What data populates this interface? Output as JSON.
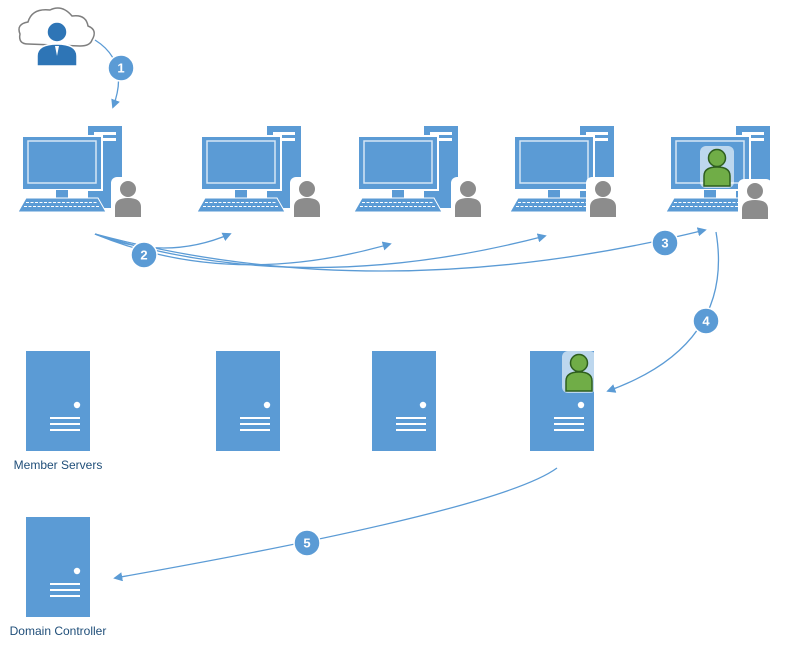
{
  "diagram": {
    "steps": [
      "1",
      "2",
      "3",
      "4",
      "5"
    ],
    "labels": {
      "member_servers": "Member Servers",
      "domain_controller": "Domain Controller"
    },
    "colors": {
      "device_blue": "#5b9bd5",
      "device_dark": "#2e75b6",
      "screen": "#d6e6f5",
      "arrow": "#5b9bd5",
      "step_badge": "#5b9bd5",
      "user_gray": "#8c8c8c",
      "user_green": "#70ad47",
      "cloud_stroke": "#7f7f7f",
      "attacker": "#2e75b6"
    },
    "icons": [
      "cloud-icon",
      "attacker-user-icon",
      "workstation-icon",
      "user-icon",
      "compromised-user-icon",
      "server-icon"
    ]
  }
}
